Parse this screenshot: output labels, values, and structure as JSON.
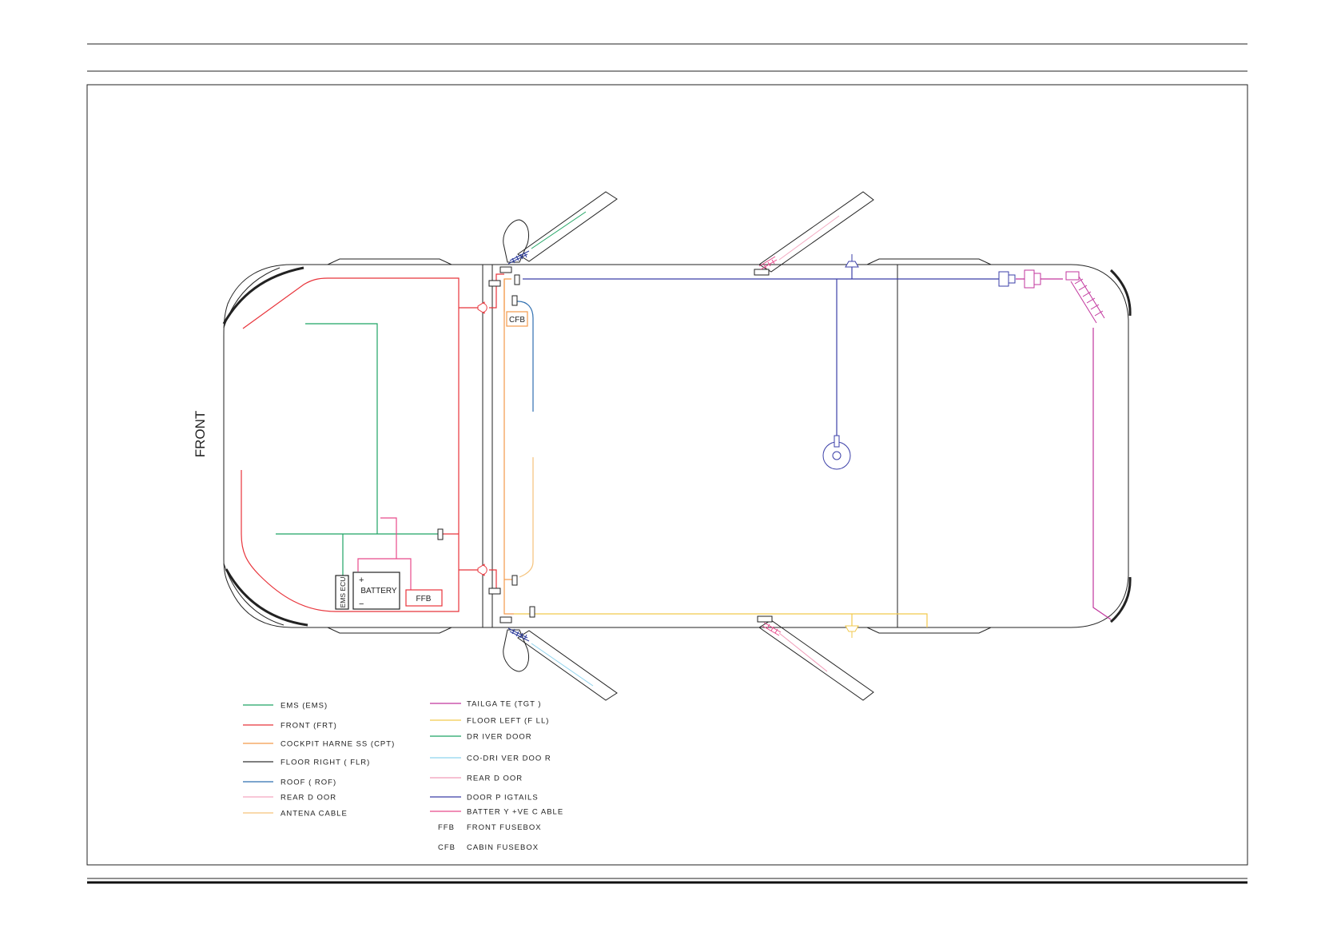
{
  "diagram": {
    "front_label": "FRONT",
    "battery_label": "BATTERY",
    "battery_plus": "+",
    "battery_minus": "−",
    "ems_ecu_label": "EMS ECU",
    "ffb_box_label": "FFB",
    "cfb_box_label": "CFB"
  },
  "colors": {
    "ems": "#1fa463",
    "front": "#e8343b",
    "cockpit": "#f39a4b",
    "floor_right": "#333333",
    "roof": "#2f6fb0",
    "rear_door_left": "#f3a8c0",
    "antena": "#f5c27a",
    "tailgate": "#c2369e",
    "floor_left": "#f2c94c",
    "driver_door": "#1fa463",
    "co_driver_door": "#8ed3ee",
    "rear_door_right": "#f09ab7",
    "door_pigtails": "#2b3b9b",
    "battery_cable": "#e84a8b",
    "blue_line": "#3b3fa8",
    "outline": "#222222"
  },
  "legend": {
    "left": [
      {
        "label": "EMS (EMS)",
        "color": "#1fa463"
      },
      {
        "label": "FRONT (FRT)",
        "color": "#e8343b"
      },
      {
        "label": "COCKPIT HARNE SS (CPT)",
        "color": "#f39a4b"
      },
      {
        "label": "FLOOR RIGHT ( FLR)",
        "color": "#333333"
      },
      {
        "label": "ROOF ( ROF)",
        "color": "#2f6fb0"
      },
      {
        "label": "REAR D OOR",
        "color": "#f3a8c0"
      },
      {
        "label": "ANTENA CABLE",
        "color": "#f5c27a"
      }
    ],
    "right": [
      {
        "label": "TAILGA TE (TGT )",
        "color": "#c2369e"
      },
      {
        "label": "FLOOR LEFT (F LL)",
        "color": "#f2c94c"
      },
      {
        "label": "DR IVER DOOR",
        "color": "#1fa463"
      },
      {
        "label": "CO-DRI VER DOO R",
        "color": "#8ed3ee"
      },
      {
        "label": "REAR D OOR",
        "color": "#f09ab7"
      },
      {
        "label": "DOOR P IGTAILS",
        "color": "#3b3fa8"
      },
      {
        "label": "BATTER Y +VE C ABLE",
        "color": "#e84a8b"
      }
    ],
    "abbreviations": [
      {
        "code": "FFB",
        "meaning": "FRONT FUSEBOX"
      },
      {
        "code": "CFB",
        "meaning": "CABIN FUSEBOX"
      }
    ]
  }
}
